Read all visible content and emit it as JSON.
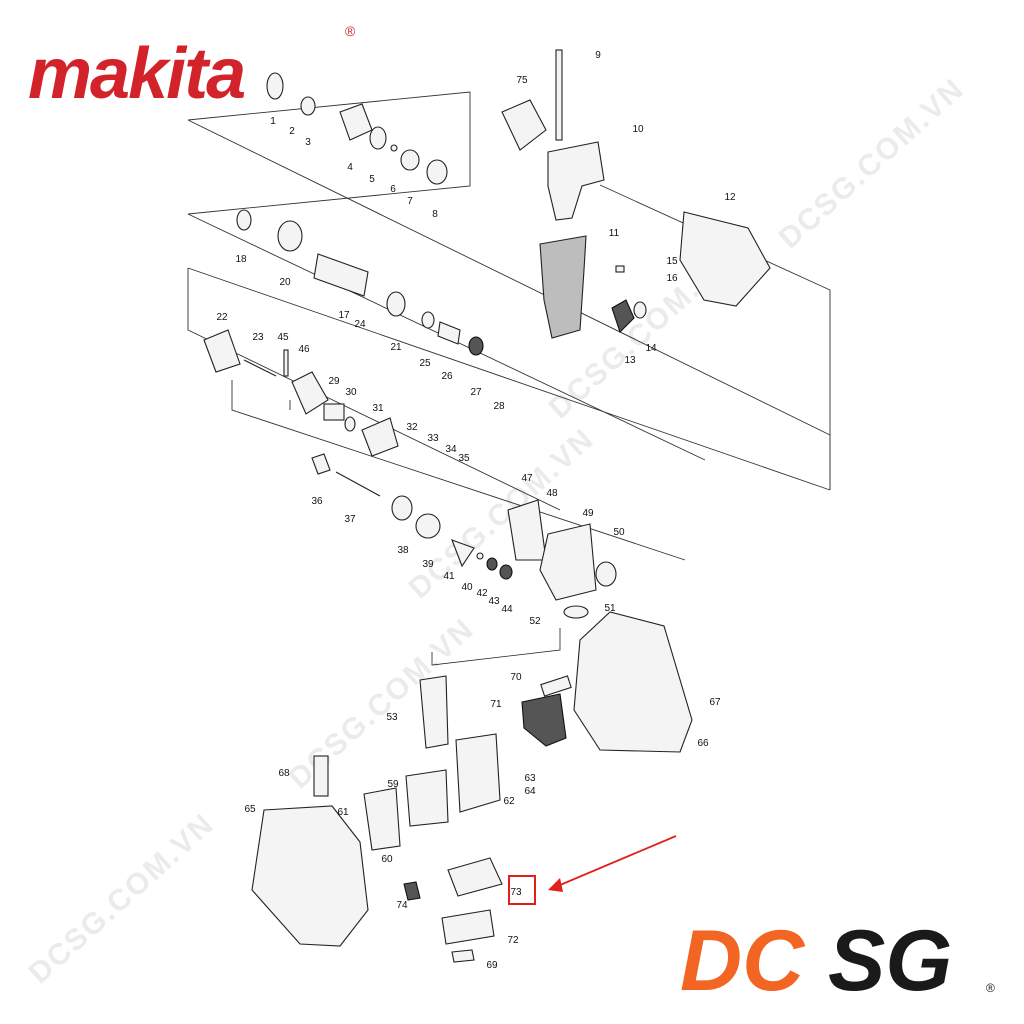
{
  "brand": {
    "logo_text": "makita",
    "registered_mark": "®",
    "logo_color": "#d2232a"
  },
  "dealer_logo": {
    "letters_orange": "DC",
    "letters_black": "SG",
    "registered_mark": "®",
    "orange": "#f26522",
    "black": "#1a1a1a"
  },
  "watermark": "DCSG.COM.VN",
  "highlighted_part": "73",
  "highlight_color": "#e0201b",
  "parts": [
    "1",
    "2",
    "3",
    "4",
    "5",
    "6",
    "7",
    "8",
    "9",
    "10",
    "11",
    "12",
    "13",
    "14",
    "15",
    "16",
    "17",
    "18",
    "20",
    "21",
    "22",
    "23",
    "24",
    "25",
    "26",
    "27",
    "28",
    "29",
    "30",
    "31",
    "32",
    "33",
    "34",
    "35",
    "36",
    "37",
    "38",
    "39",
    "40",
    "41",
    "42",
    "43",
    "44",
    "45",
    "46",
    "47",
    "48",
    "49",
    "50",
    "51",
    "52",
    "53",
    "59",
    "60",
    "61",
    "62",
    "63",
    "64",
    "65",
    "66",
    "67",
    "68",
    "69",
    "70",
    "71",
    "72",
    "73",
    "74",
    "75"
  ]
}
